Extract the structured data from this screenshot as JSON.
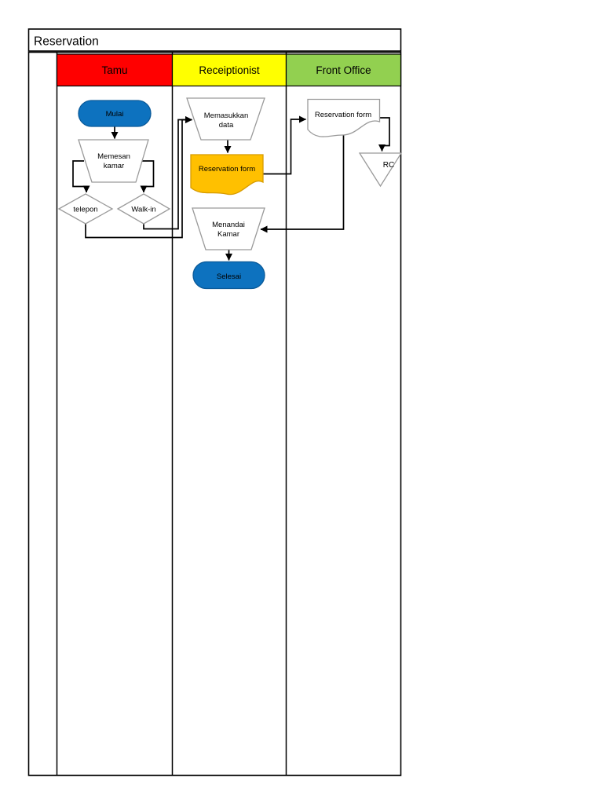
{
  "page": {
    "title": "Reservation"
  },
  "lanes": [
    {
      "label": "Tamu",
      "color": "#FF0000"
    },
    {
      "label": "Receiptionist",
      "color": "#FFFF00"
    },
    {
      "label": "Front Office",
      "color": "#92D050"
    }
  ],
  "colors": {
    "terminator_fill": "#0D72BF",
    "document_orange_fill": "#FFC000",
    "document_white_fill": "#FFFFFF"
  },
  "nodes": {
    "mulai": {
      "label": "Mulai",
      "shape": "terminator"
    },
    "memesan": {
      "line1": "Memesan",
      "line2": "kamar",
      "shape": "manual-operation"
    },
    "telepon": {
      "label": "telepon",
      "shape": "decision"
    },
    "walk_in": {
      "label": "Walk-in",
      "shape": "decision"
    },
    "memasukkan": {
      "line1": "Memasukkan",
      "line2": "data",
      "shape": "manual-operation"
    },
    "form_rec": {
      "label": "Reservation form",
      "shape": "document"
    },
    "menandai": {
      "line1": "Menandai",
      "line2": "Kamar",
      "shape": "manual-operation"
    },
    "selesai": {
      "label": "Selesai",
      "shape": "terminator"
    },
    "form_fo": {
      "label": "Reservation form",
      "shape": "document"
    },
    "rc": {
      "label": "RC",
      "shape": "offline-storage"
    }
  }
}
